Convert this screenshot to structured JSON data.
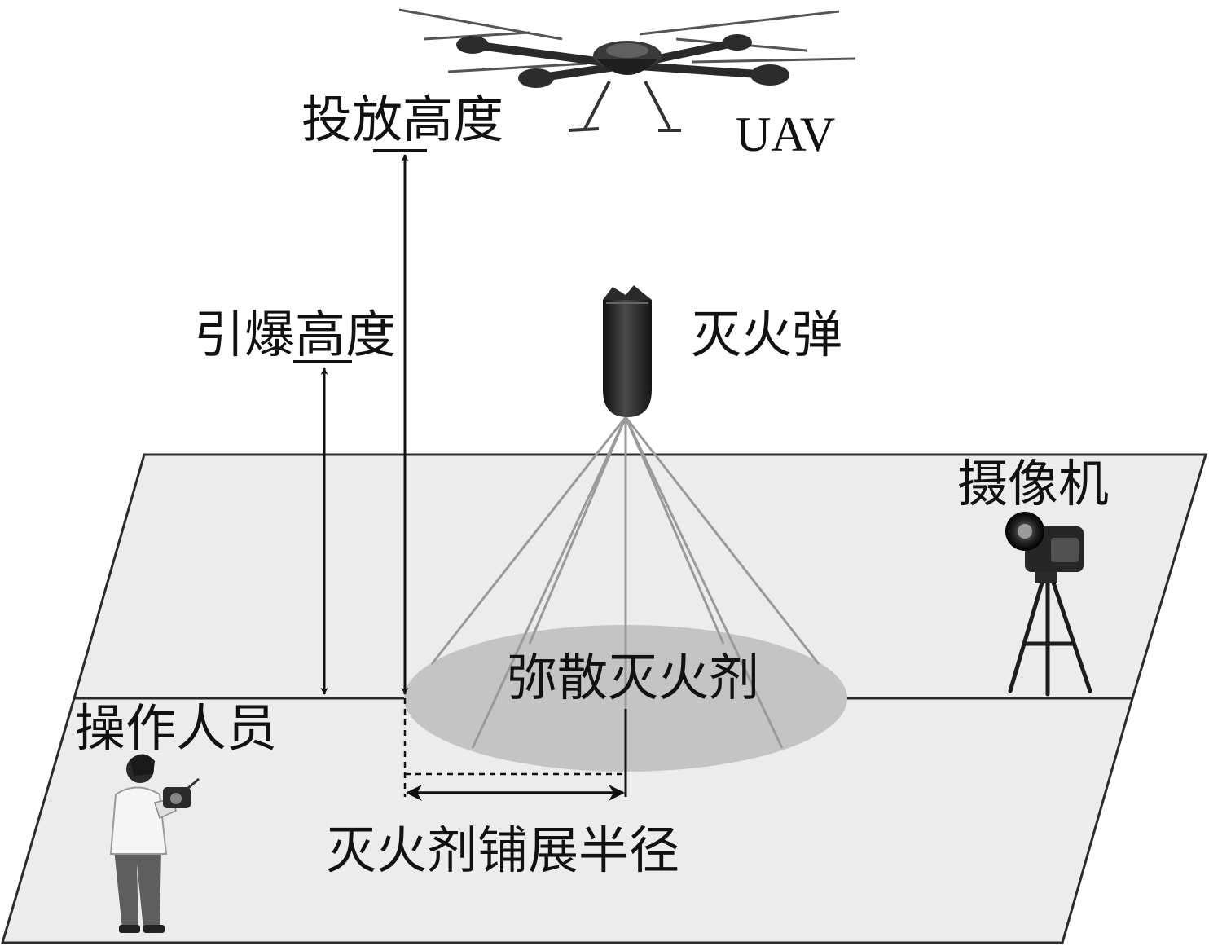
{
  "labels": {
    "drop_height": "投放高度",
    "uav": "UAV",
    "detonation_height": "引爆高度",
    "extinguishing_bomb": "灭火弹",
    "camera": "摄像机",
    "dispersed_agent": "弥散灭火剂",
    "operator": "操作人员",
    "spread_radius": "灭火剂铺展半径"
  },
  "icons": {
    "drone": "quadcopter-drone-icon",
    "bomb": "extinguishing-bomb-icon",
    "camera": "video-camera-on-tripod-icon",
    "operator": "person-with-remote-controller-icon"
  },
  "colors": {
    "ground": "#ececec",
    "ground_edge": "#333333",
    "spray_zone": "#c4c4c4",
    "spray_lines": "#9a9a9a",
    "device_dark": "#1f1f1f",
    "arrow": "#111111"
  }
}
